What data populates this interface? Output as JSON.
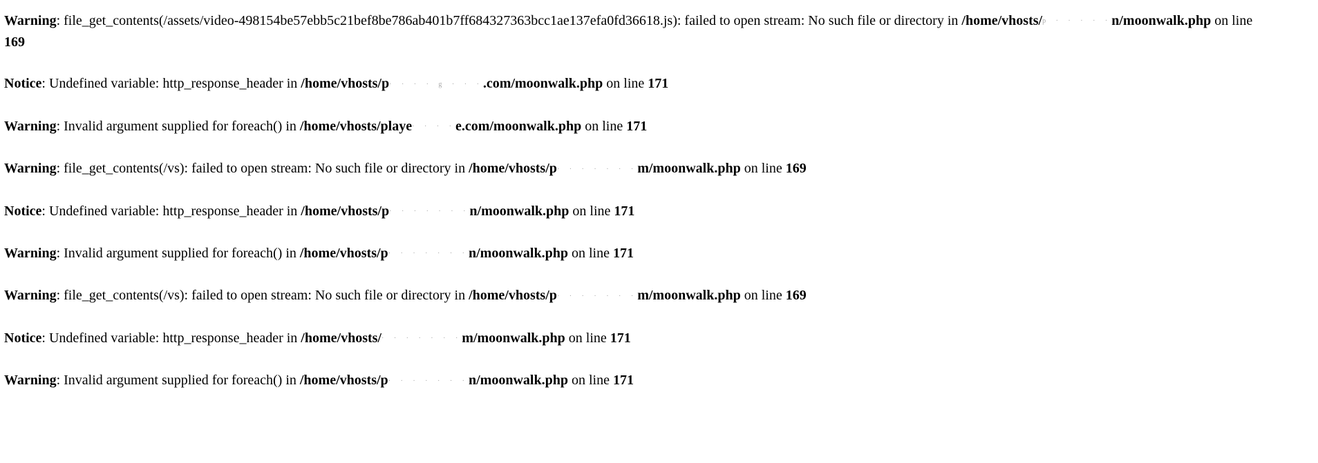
{
  "messages": [
    {
      "level": "Warning",
      "text": ": file_get_contents(/assets/video-498154be57ebb5c21bef8be786ab401b7ff684327363bcc1ae137efa0fd36618.js): failed to open stream: No such file or directory in ",
      "path_start": "/home/vhosts/",
      "redacted": "p  ·  ·  ·  ·  ·",
      "path_end": "n/moonwalk.php",
      "on_line": " on line ",
      "line": "169"
    },
    {
      "level": "Notice",
      "text": ": Undefined variable: http_response_header in ",
      "path_start": "/home/vhosts/p",
      "redacted": "· · · · g · · ·",
      "path_end": ".com/moonwalk.php",
      "on_line": " on line ",
      "line": "171"
    },
    {
      "level": "Warning",
      "text": ": Invalid argument supplied for foreach() in ",
      "path_start": "/home/vhosts/playe",
      "redacted": "·  ·  ·  ·",
      "path_end": "e.com/moonwalk.php",
      "on_line": " on line ",
      "line": "171"
    },
    {
      "level": "Warning",
      "text": ": file_get_contents(/vs): failed to open stream: No such file or directory in ",
      "path_start": "/home/vhosts/p",
      "redacted": "·  ·  ·  ·  ·  ·  ·",
      "path_end": "m/moonwalk.php",
      "on_line": " on line ",
      "line": "169"
    },
    {
      "level": "Notice",
      "text": ": Undefined variable: http_response_header in ",
      "path_start": "/home/vhosts/p",
      "redacted": "·  ·  ·  ·  ·  ·  ·",
      "path_end": "n/moonwalk.php",
      "on_line": " on line ",
      "line": "171"
    },
    {
      "level": "Warning",
      "text": ": Invalid argument supplied for foreach() in ",
      "path_start": "/home/vhosts/p",
      "redacted": "·  ·  ·  ·  ·  ·  ·",
      "path_end": "n/moonwalk.php",
      "on_line": " on line ",
      "line": "171"
    },
    {
      "level": "Warning",
      "text": ": file_get_contents(/vs): failed to open stream: No such file or directory in ",
      "path_start": "/home/vhosts/p",
      "redacted": "·  ·  ·  ·  ·  ·  ·",
      "path_end": "m/moonwalk.php",
      "on_line": " on line ",
      "line": "169"
    },
    {
      "level": "Notice",
      "text": ": Undefined variable: http_response_header in ",
      "path_start": "/home/vhosts/",
      "redacted": "·  ·  ·  ·  ·  ·  ·",
      "path_end": "m/moonwalk.php",
      "on_line": " on line ",
      "line": "171"
    },
    {
      "level": "Warning",
      "text": ": Invalid argument supplied for foreach() in ",
      "path_start": "/home/vhosts/p",
      "redacted": "·  ·  ·  ·  ·  ·  ·",
      "path_end": "n/moonwalk.php",
      "on_line": " on line ",
      "line": "171"
    }
  ]
}
